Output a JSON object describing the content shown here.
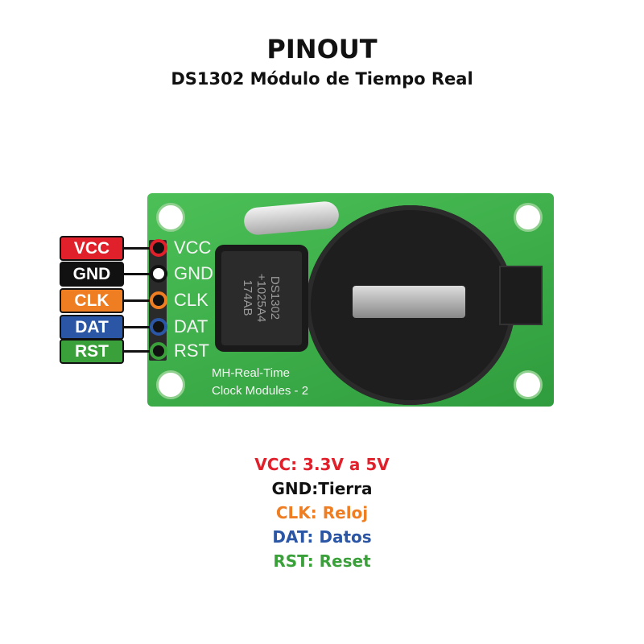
{
  "header": {
    "title": "PINOUT",
    "subtitle": "DS1302 Módulo de Tiempo Real"
  },
  "pins": [
    {
      "label": "VCC",
      "silk": "VCC",
      "color": "#e0202a"
    },
    {
      "label": "GND",
      "silk": "GND",
      "color": "#111111"
    },
    {
      "label": "CLK",
      "silk": "CLK",
      "color": "#ef7d22"
    },
    {
      "label": "DAT",
      "silk": "DAT",
      "color": "#2b56a5"
    },
    {
      "label": "RST",
      "silk": "RST",
      "color": "#3aa13a"
    }
  ],
  "board": {
    "chip_lines": [
      "DS1302",
      "+1025A4",
      "174AB"
    ],
    "silk_line1": "MH-Real-Time",
    "silk_line2": "Clock Modules - 2"
  },
  "legend": [
    {
      "text": "VCC: 3.3V a 5V",
      "color": "#e0202a"
    },
    {
      "text": "GND:Tierra",
      "color": "#111111"
    },
    {
      "text": "CLK: Reloj",
      "color": "#ef7d22"
    },
    {
      "text": "DAT: Datos",
      "color": "#2b56a5"
    },
    {
      "text": "RST: Reset",
      "color": "#3aa13a"
    }
  ]
}
